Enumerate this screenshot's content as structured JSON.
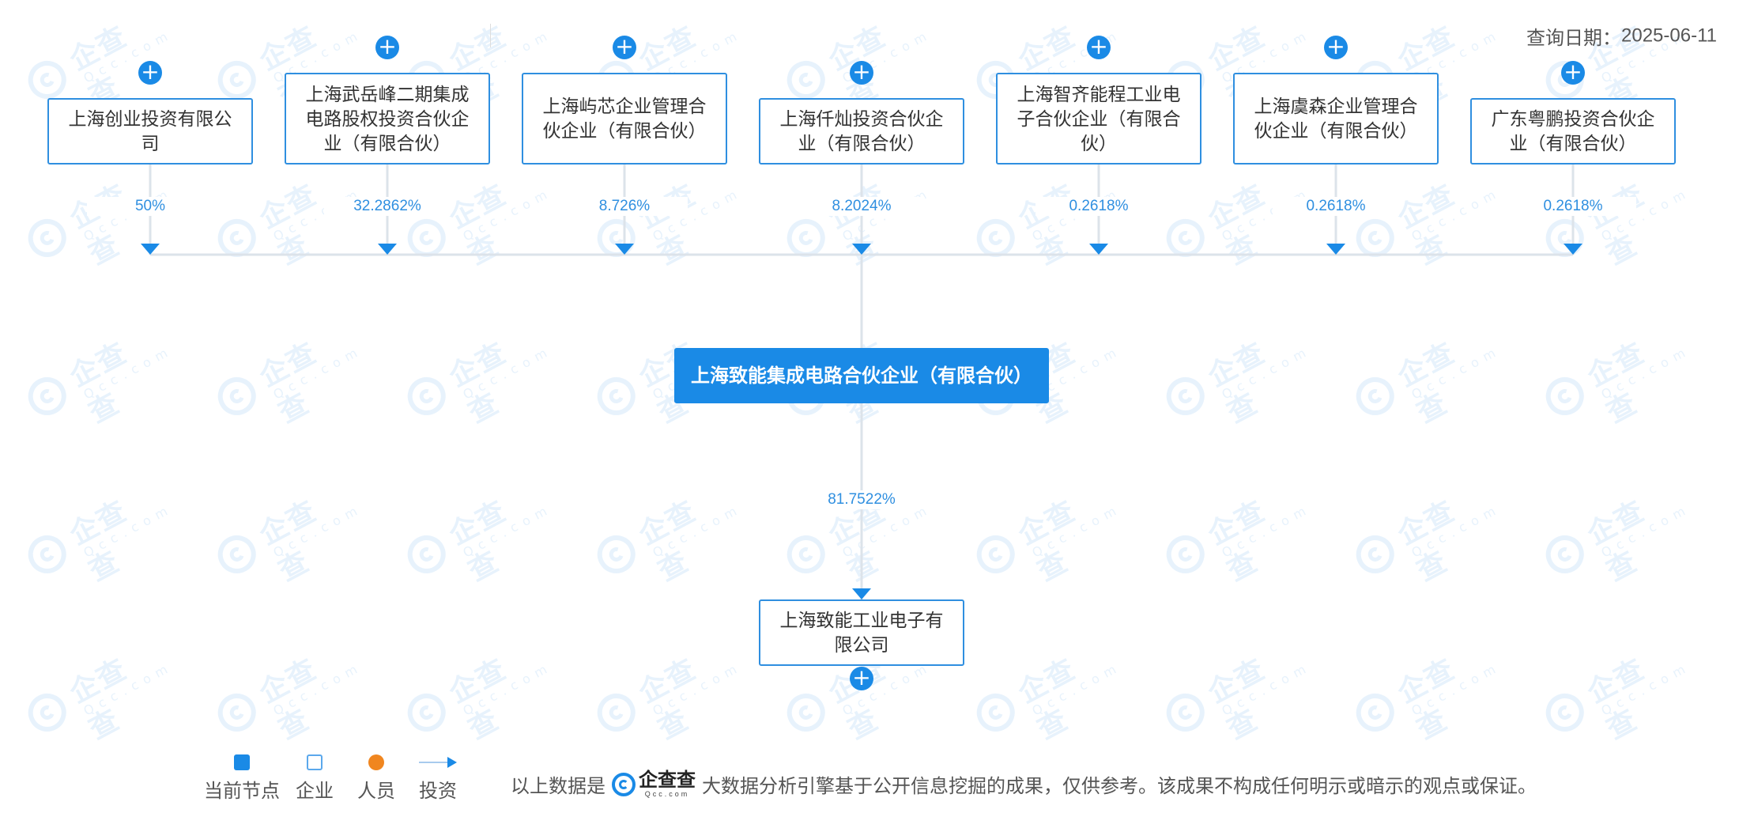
{
  "query_date": {
    "label": "查询日期：",
    "value": "2025-06-11"
  },
  "watermark": {
    "text": "企查查",
    "sub": "Qcc.com"
  },
  "colors": {
    "primary": "#1a8ae6",
    "border": "#2f8fe0",
    "line": "#dce3ea",
    "person": "#f0861f"
  },
  "shareholders": [
    {
      "name": "上海创业投资有限公司",
      "percent": "50%"
    },
    {
      "name": "上海武岳峰二期集成电路股权投资合伙企业（有限合伙）",
      "percent": "32.2862%"
    },
    {
      "name": "上海屿芯企业管理合伙企业（有限合伙）",
      "percent": "8.726%"
    },
    {
      "name": "上海仟灿投资合伙企业（有限合伙）",
      "percent": "8.2024%"
    },
    {
      "name": "上海智齐能程工业电子合伙企业（有限合伙）",
      "percent": "0.2618%"
    },
    {
      "name": "上海虞森企业管理合伙企业（有限合伙）",
      "percent": "0.2618%"
    },
    {
      "name": "广东粤鹏投资合伙企业（有限合伙）",
      "percent": "0.2618%"
    }
  ],
  "current": {
    "name": "上海致能集成电路合伙企业（有限合伙）"
  },
  "investment": {
    "name": "上海致能工业电子有限公司",
    "percent": "81.7522%"
  },
  "expand_label": "+",
  "legend": {
    "current": "当前节点",
    "company": "企业",
    "person": "人员",
    "invest": "投资"
  },
  "disclaimer": {
    "prefix": "以上数据是",
    "brand": "企查查",
    "brand_sub": "Qcc.com",
    "suffix": "大数据分析引擎基于公开信息挖掘的成果，仅供参考。该成果不构成任何明示或暗示的观点或保证。"
  }
}
